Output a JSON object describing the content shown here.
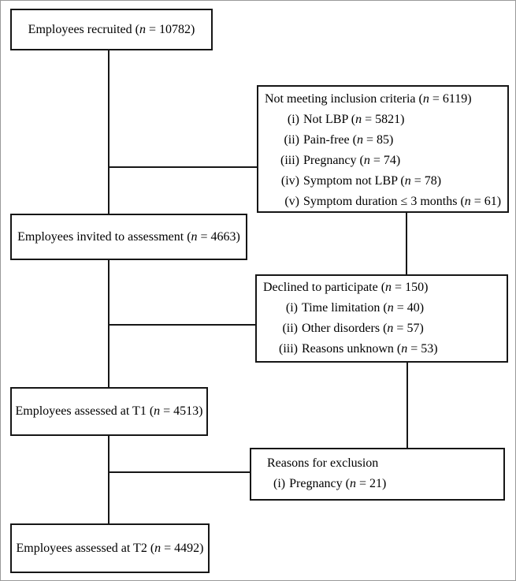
{
  "flow": {
    "recruited": {
      "pre": "Employees recruited (",
      "nvar": "n",
      "post": " = 10782)"
    },
    "not_meeting": {
      "title": {
        "pre": "Not meeting inclusion criteria (",
        "nvar": "n",
        "post": " = 6119)"
      },
      "items": [
        {
          "marker": "(i)",
          "pre": "Not LBP (",
          "nvar": "n",
          "post": " = 5821)"
        },
        {
          "marker": "(ii)",
          "pre": "Pain-free (",
          "nvar": "n",
          "post": " = 85)"
        },
        {
          "marker": "(iii)",
          "pre": "Pregnancy (",
          "nvar": "n",
          "post": " = 74)"
        },
        {
          "marker": "(iv)",
          "pre": "Symptom not LBP (",
          "nvar": "n",
          "post": " = 78)"
        },
        {
          "marker": "(v)",
          "pre": "Symptom duration ≤ 3 months (",
          "nvar": "n",
          "post": " = 61)"
        }
      ]
    },
    "invited": {
      "pre": "Employees invited to assessment (",
      "nvar": "n",
      "post": " = 4663)"
    },
    "declined": {
      "title": {
        "pre": "Declined to participate (",
        "nvar": "n",
        "post": " = 150)"
      },
      "items": [
        {
          "marker": "(i)",
          "pre": "Time limitation (",
          "nvar": "n",
          "post": " = 40)"
        },
        {
          "marker": "(ii)",
          "pre": "Other disorders (",
          "nvar": "n",
          "post": " = 57)"
        },
        {
          "marker": "(iii)",
          "pre": "Reasons unknown (",
          "nvar": "n",
          "post": " = 53)"
        }
      ]
    },
    "assessed_t1": {
      "pre": "Employees assessed at T1 (",
      "nvar": "n",
      "post": " = 4513)"
    },
    "reasons_exclusion": {
      "title": {
        "pre": "Reasons for exclusion"
      },
      "items": [
        {
          "marker": "(i)",
          "pre": "Pregnancy (",
          "nvar": "n",
          "post": " = 21)"
        }
      ]
    },
    "assessed_t2": {
      "pre": "Employees assessed at T2 (",
      "nvar": "n",
      "post": " = 4492)"
    },
    "colors": {
      "line": "#161616",
      "background": "#ffffff",
      "text": "#000000"
    }
  }
}
